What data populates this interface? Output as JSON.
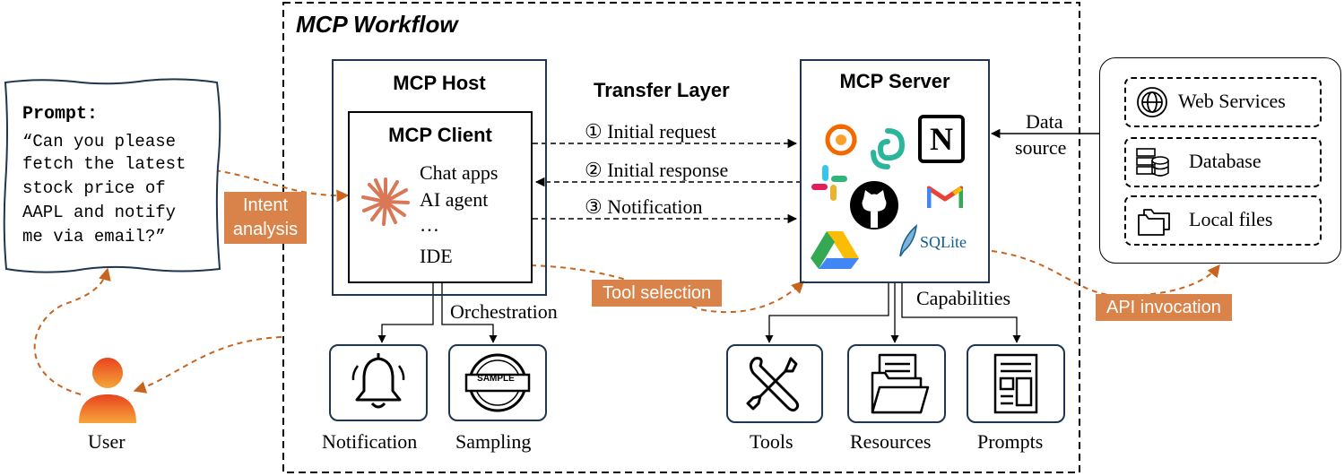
{
  "workflow": {
    "title": "MCP Workflow"
  },
  "prompt": {
    "heading": "Prompt:",
    "lines": [
      "“Can you please",
      "fetch the latest",
      "stock price of",
      "AAPL and notify",
      "me via email?”"
    ]
  },
  "user": {
    "label": "User"
  },
  "tags": {
    "intent_line1": "Intent",
    "intent_line2": "analysis",
    "tool_selection": "Tool selection",
    "api_invocation": "API invocation"
  },
  "host": {
    "title": "MCP Host",
    "client_title": "MCP Client",
    "items": [
      "Chat apps",
      "AI agent",
      "…",
      "IDE"
    ],
    "orchestration": "Orchestration",
    "notification_label": "Notification",
    "sampling_label": "Sampling",
    "sample_stamp": "SAMPLE"
  },
  "transfer": {
    "title": "Transfer Layer",
    "messages": [
      "① Initial request",
      "② Initial response",
      "③ Notification"
    ]
  },
  "server": {
    "title": "MCP Server",
    "capabilities": "Capabilities",
    "tools_label": "Tools",
    "resources_label": "Resources",
    "prompts_label": "Prompts",
    "notion_letter": "N",
    "sqlite_text": "SQLite"
  },
  "data_source": {
    "line1": "Data",
    "line2": "source",
    "items": [
      "Web Services",
      "Database",
      "Local files"
    ]
  },
  "colors": {
    "border_navy": "#1f3550",
    "orange": "#d9834a",
    "arrow_orange": "#c8641e"
  }
}
